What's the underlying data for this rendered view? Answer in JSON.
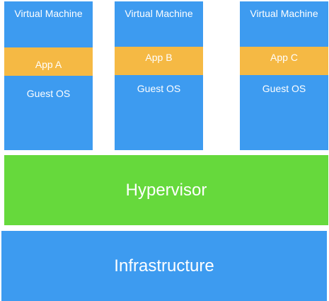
{
  "virtual_machines": [
    {
      "title": "Virtual Machine",
      "app": "App A",
      "os": "Guest OS"
    },
    {
      "title": "Virtual Machine",
      "app": "App B",
      "os": "Guest OS"
    },
    {
      "title": "Virtual Machine",
      "app": "App C",
      "os": "Guest OS"
    }
  ],
  "hypervisor": {
    "label": "Hypervisor"
  },
  "infrastructure": {
    "label": "Infrastructure"
  },
  "colors": {
    "vm_blue": "#3d9bf0",
    "app_orange": "#f5b944",
    "hypervisor_green": "#66d93c",
    "text_white": "#ffffff"
  }
}
